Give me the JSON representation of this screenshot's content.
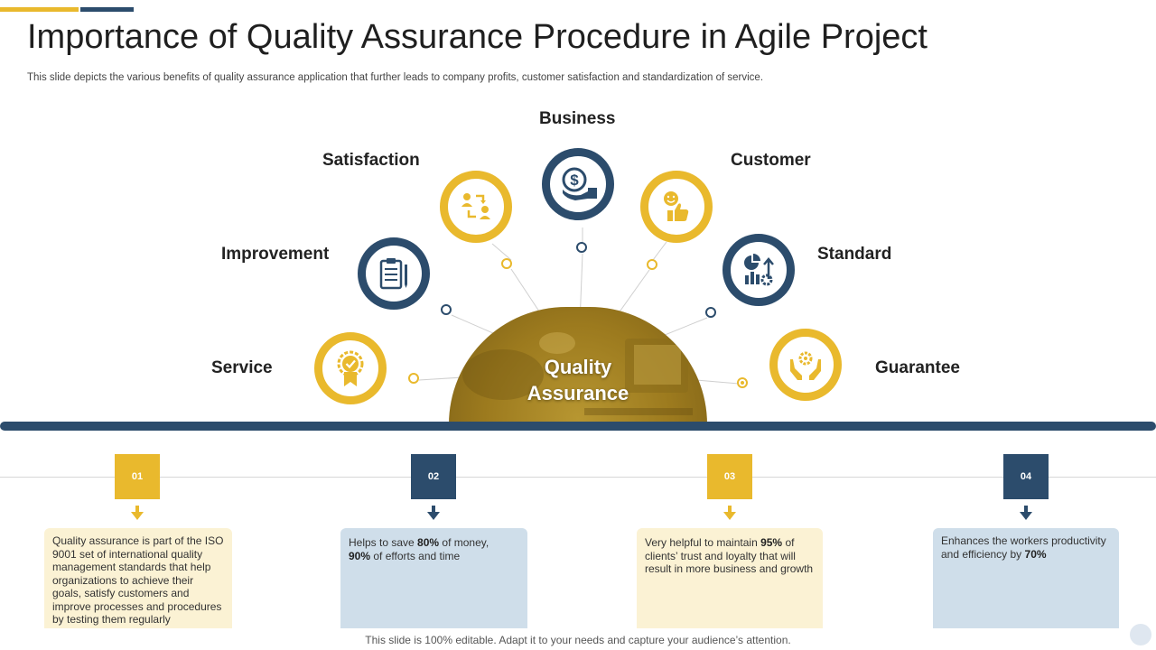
{
  "header": {
    "title": "Importance of Quality Assurance Procedure in Agile Project",
    "subtitle": "This slide depicts the various benefits of quality assurance application that further leads to company profits, customer satisfaction and standardization of service."
  },
  "diagram": {
    "center_lines": [
      "Quality",
      "Assurance"
    ],
    "nodes": [
      {
        "label": "Service",
        "icon": "award-badge-icon",
        "color": "#e9b92d"
      },
      {
        "label": "Improvement",
        "icon": "clipboard-pen-icon",
        "color": "#2c4c6c"
      },
      {
        "label": "Satisfaction",
        "icon": "people-exchange-icon",
        "color": "#e9b92d"
      },
      {
        "label": "Business",
        "icon": "dollar-hand-icon",
        "color": "#2c4c6c"
      },
      {
        "label": "Customer",
        "icon": "smiley-thumbs-up-icon",
        "color": "#e9b92d"
      },
      {
        "label": "Standard",
        "icon": "chart-gear-icon",
        "color": "#2c4c6c"
      },
      {
        "label": "Guarantee",
        "icon": "hands-gear-icon",
        "color": "#e9b92d"
      }
    ]
  },
  "steps": [
    {
      "number": "01",
      "color": "#e9b92d",
      "text": "Quality assurance is part of the ISO 9001 set of international quality management standards that help organizations to achieve their goals, satisfy customers and improve processes and procedures by testing them regularly"
    },
    {
      "number": "02",
      "color": "#2c4c6c",
      "pre": "Helps to save ",
      "pct1": "80%",
      "mid": " of money,",
      "pct2": "90%",
      "post": " of efforts and time"
    },
    {
      "number": "03",
      "color": "#e9b92d",
      "pre": "Very helpful to maintain ",
      "pct1": "95%",
      "post": " of clients’ trust and loyalty that will result in more business and growth"
    },
    {
      "number": "04",
      "color": "#2c4c6c",
      "pre": "Enhances the workers productivity and efficiency by ",
      "pct1": "70%"
    }
  ],
  "footer": "This slide is 100% editable. Adapt it to your needs and capture your audience’s attention.",
  "colors": {
    "accent": "#e9b92d",
    "navy": "#2c4c6c",
    "card_yellow": "#fbf2d4",
    "card_blue": "#cfdeea"
  }
}
